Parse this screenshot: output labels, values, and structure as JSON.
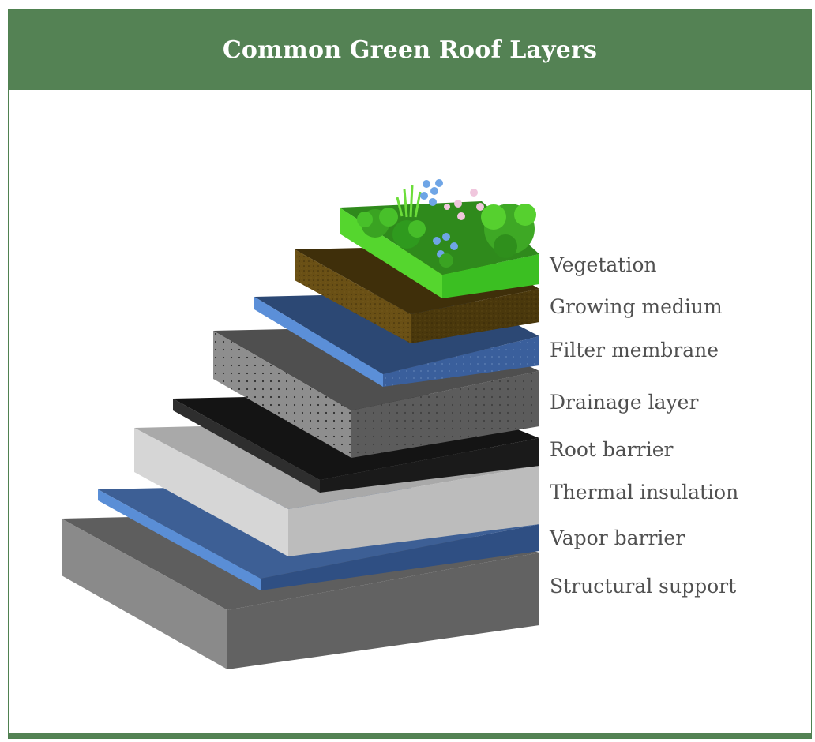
{
  "title": "Common Green Roof Layers",
  "layers": [
    {
      "name": "Vegetation",
      "color": "#39c422"
    },
    {
      "name": "Growing medium",
      "color": "#5a4310"
    },
    {
      "name": "Filter membrane",
      "color": "#3f66a3"
    },
    {
      "name": "Drainage layer",
      "color": "#5a5a5a"
    },
    {
      "name": "Root barrier",
      "color": "#1c1c1c"
    },
    {
      "name": "Thermal insulation",
      "color": "#c4c4c4"
    },
    {
      "name": "Vapor barrier",
      "color": "#3f66a3"
    },
    {
      "name": "Structural support",
      "color": "#6a6a6a"
    }
  ],
  "colors": {
    "header": "#548254",
    "title_text": "#ffffff",
    "label_text": "#505050"
  }
}
